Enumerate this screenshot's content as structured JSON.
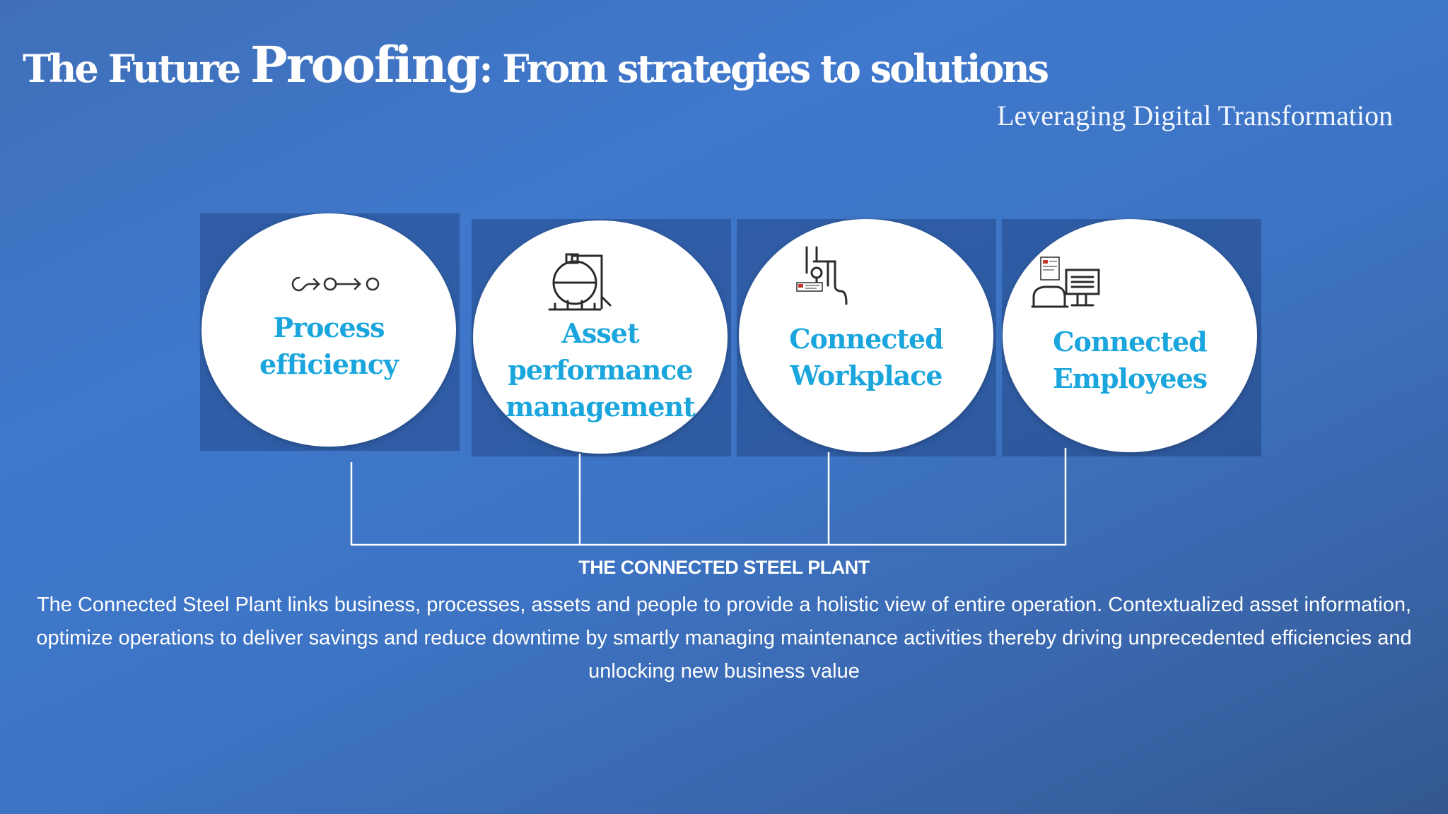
{
  "slide": {
    "title": {
      "part1": "The Future ",
      "part2": "Proofing",
      "part3": ": From strategies to solutions"
    },
    "subtitle": "Leveraging Digital Transformation",
    "pillars": [
      {
        "label_lines": [
          "Process",
          "efficiency"
        ],
        "icon": "process-flow-icon"
      },
      {
        "label_lines": [
          "Asset",
          "performance",
          "management"
        ],
        "icon": "tank-icon"
      },
      {
        "label_lines": [
          "Connected",
          "Workplace"
        ],
        "icon": "robot-arm-icon"
      },
      {
        "label_lines": [
          "Connected",
          "Employees"
        ],
        "icon": "computer-workstation-icon"
      }
    ],
    "section_heading": "THE CONNECTED STEEL PLANT",
    "description": "The Connected Steel Plant links business, processes, assets and people to provide a holistic view of entire operation. Contextualized asset information, optimize operations to deliver savings and reduce downtime by smartly managing maintenance activities thereby driving unprecedented efficiencies and unlocking new business value"
  },
  "colors": {
    "background": "#3f78cc",
    "label": "#1aa6dd",
    "text": "#ffffff"
  }
}
